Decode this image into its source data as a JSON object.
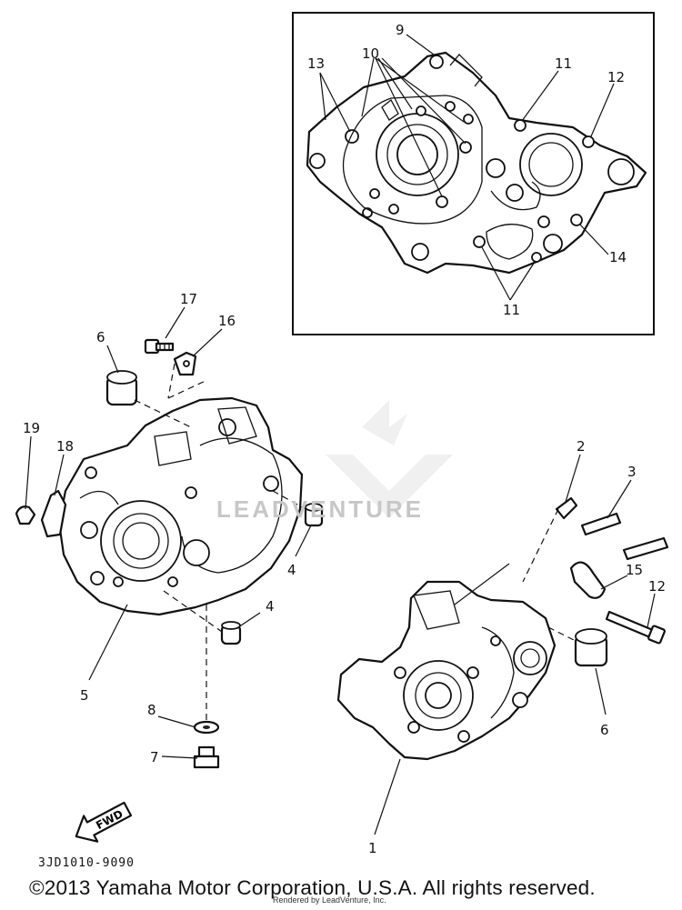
{
  "callouts": {
    "c1": "1",
    "c2": "2",
    "c3": "3",
    "c4a": "4",
    "c4b": "4",
    "c5": "5",
    "c6a": "6",
    "c6b": "6",
    "c7": "7",
    "c8": "8",
    "c9": "9",
    "c10": "10",
    "c11a": "11",
    "c11b": "11",
    "c12a": "12",
    "c12b": "12",
    "c13": "13",
    "c14": "14",
    "c15": "15",
    "c16": "16",
    "c17": "17",
    "c18": "18",
    "c19": "19"
  },
  "fwd_label": "FWD",
  "diagram_code": "3JD1010-9090",
  "copyright": "©2013 Yamaha Motor Corporation, U.S.A. All rights reserved.",
  "rendered_by": "Rendered by LeadVenture, Inc.",
  "watermark_text": "LEADVENTURE",
  "colors": {
    "line": "#111111",
    "background": "#ffffff",
    "watermark": "#c7c7c7"
  },
  "icons": [
    "fwd-arrow-icon",
    "leadventure-logo-icon"
  ]
}
